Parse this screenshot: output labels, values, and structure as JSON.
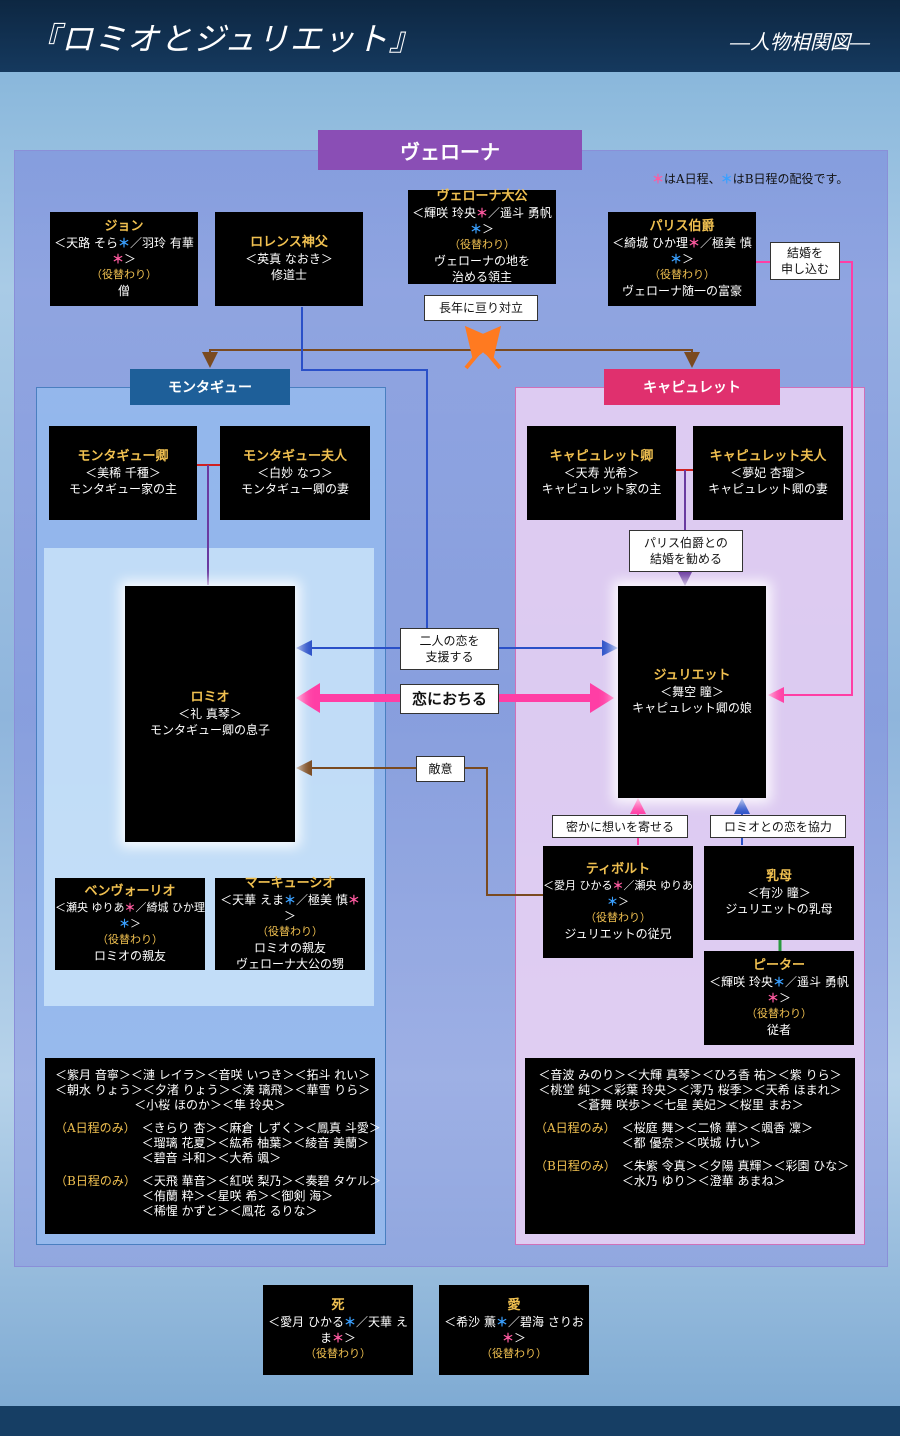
{
  "header": {
    "title": "『ロミオとジュリエット』",
    "subtitle": "―人物相関図―"
  },
  "groups": {
    "verona": "ヴェローナ",
    "montague": "モンタギュー",
    "capulet": "キャピュレット"
  },
  "note": {
    "p1": "はA日程、",
    "p2": "はB日程の配役です。"
  },
  "characters": {
    "john": {
      "name": "ジョン",
      "a1": "＜天路 そら",
      "a2": "／羽玲 有華",
      "a3": "＞",
      "sw": "（役替わり）",
      "role": "僧"
    },
    "lawrence": {
      "name": "ロレンス神父",
      "actor": "＜英真 なおき＞",
      "role": "修道士"
    },
    "prince": {
      "name": "ヴェローナ大公",
      "a1": "＜輝咲 玲央",
      "a2": "／遥斗 勇帆",
      "a3": "＞",
      "sw": "（役替わり）",
      "role1": "ヴェローナの地を",
      "role2": "治める領主"
    },
    "paris": {
      "name": "パリス伯爵",
      "a1": "＜綺城 ひか理",
      "a2": "／極美 慎",
      "a3": "＞",
      "sw": "（役替わり）",
      "role": "ヴェローナ随一の富豪"
    },
    "montague_lord": {
      "name": "モンタギュー卿",
      "actor": "＜美稀 千種＞",
      "role": "モンタギュー家の主"
    },
    "montague_lady": {
      "name": "モンタギュー夫人",
      "actor": "＜白妙 なつ＞",
      "role": "モンタギュー卿の妻"
    },
    "capulet_lord": {
      "name": "キャピュレット卿",
      "actor": "＜天寿 光希＞",
      "role": "キャピュレット家の主"
    },
    "capulet_lady": {
      "name": "キャピュレット夫人",
      "actor": "＜夢妃 杏瑠＞",
      "role": "キャピュレット卿の妻"
    },
    "romeo": {
      "name": "ロミオ",
      "actor": "＜礼 真琴＞",
      "role": "モンタギュー卿の息子"
    },
    "juliet": {
      "name": "ジュリエット",
      "actor": "＜舞空 瞳＞",
      "role": "キャピュレット卿の娘"
    },
    "benvolio": {
      "name": "ベンヴォーリオ",
      "a1": "＜瀬央 ゆりあ",
      "a2": "／綺城 ひか理",
      "a3": "＞",
      "sw": "（役替わり）",
      "role": "ロミオの親友"
    },
    "mercutio": {
      "name": "マーキューシオ",
      "a1": "＜天華 えま",
      "a2": "／極美 慎",
      "a3": "＞",
      "sw": "（役替わり）",
      "role1": "ロミオの親友",
      "role2": "ヴェローナ大公の甥"
    },
    "tybalt": {
      "name": "ティボルト",
      "a1": "＜愛月 ひかる",
      "a2": "／瀬央 ゆりあ",
      "a3": "＞",
      "sw": "（役替わり）",
      "role": "ジュリエットの従兄"
    },
    "nurse": {
      "name": "乳母",
      "actor": "＜有沙 瞳＞",
      "role": "ジュリエットの乳母"
    },
    "peter": {
      "name": "ピーター",
      "a1": "＜輝咲 玲央",
      "a2": "／遥斗 勇帆",
      "a3": "＞",
      "sw": "（役替わり）",
      "role": "従者"
    },
    "death": {
      "name": "死",
      "a1": "＜愛月 ひかる",
      "a2": "／天華 えま",
      "a3": "＞",
      "sw": "（役替わり）"
    },
    "love": {
      "name": "愛",
      "a1": "＜希沙 薫",
      "a2": "／碧海 さりお",
      "a3": "＞",
      "sw": "（役替わり）"
    }
  },
  "labels": {
    "feud": "長年に亘り対立",
    "marry1": "結婚を",
    "marry2": "申し込む",
    "recommend1": "パリス伯爵との",
    "recommend2": "結婚を勧める",
    "support1": "二人の恋を",
    "support2": "支援する",
    "love": "恋におちる",
    "hostility": "敵意",
    "secret": "密かに想いを寄せる",
    "cooperate": "ロミオとの恋を協力"
  },
  "ensembles": {
    "montague": {
      "common": [
        "＜紫月 音寧＞＜漣 レイラ＞＜音咲 いつき＞＜拓斗 れい＞",
        "＜朝水 りょう＞＜夕渚 りょう＞＜湊 璃飛＞＜華雪 りら＞",
        "＜小桜 ほのか＞＜隼 玲央＞"
      ],
      "a_label": "（A日程のみ）",
      "a": [
        "＜きらり 杏＞＜麻倉 しずく＞＜鳳真 斗愛＞",
        "＜瑠璃 花夏＞＜紘希 柚葉＞＜綾音 美蘭＞",
        "＜碧音 斗和＞＜大希 颯＞"
      ],
      "b_label": "（B日程のみ）",
      "b": [
        "＜天飛 華音＞＜紅咲 梨乃＞＜奏碧 タケル＞",
        "＜侑蘭 粋＞＜星咲 希＞＜御剣 海＞",
        "＜稀惺 かずと＞＜鳳花 るりな＞"
      ]
    },
    "capulet": {
      "common": [
        "＜音波 みのり＞＜大輝 真琴＞＜ひろ香 祐＞＜紫 りら＞",
        "＜桃堂 純＞＜彩葉 玲央＞＜澪乃 桜季＞＜天希 ほまれ＞",
        "＜蒼舞 咲歩＞＜七星 美妃＞＜桜里 まお＞"
      ],
      "a_label": "（A日程のみ）",
      "a": [
        "＜桜庭 舞＞＜二條 華＞＜颯香 凜＞",
        "＜都 優奈＞＜咲城 けい＞"
      ],
      "b_label": "（B日程のみ）",
      "b": [
        "＜朱紫 令真＞＜夕陽 真輝＞＜彩園 ひな＞",
        "＜水乃 ゆり＞＜澄華 あまね＞"
      ]
    }
  },
  "colors": {
    "verona": "#8a4eb5",
    "montague": "#1e5f99",
    "capulet": "#e0306e",
    "love": "#ff3ea5",
    "support": "#2a50c8",
    "hostility": "#7a4a20"
  }
}
